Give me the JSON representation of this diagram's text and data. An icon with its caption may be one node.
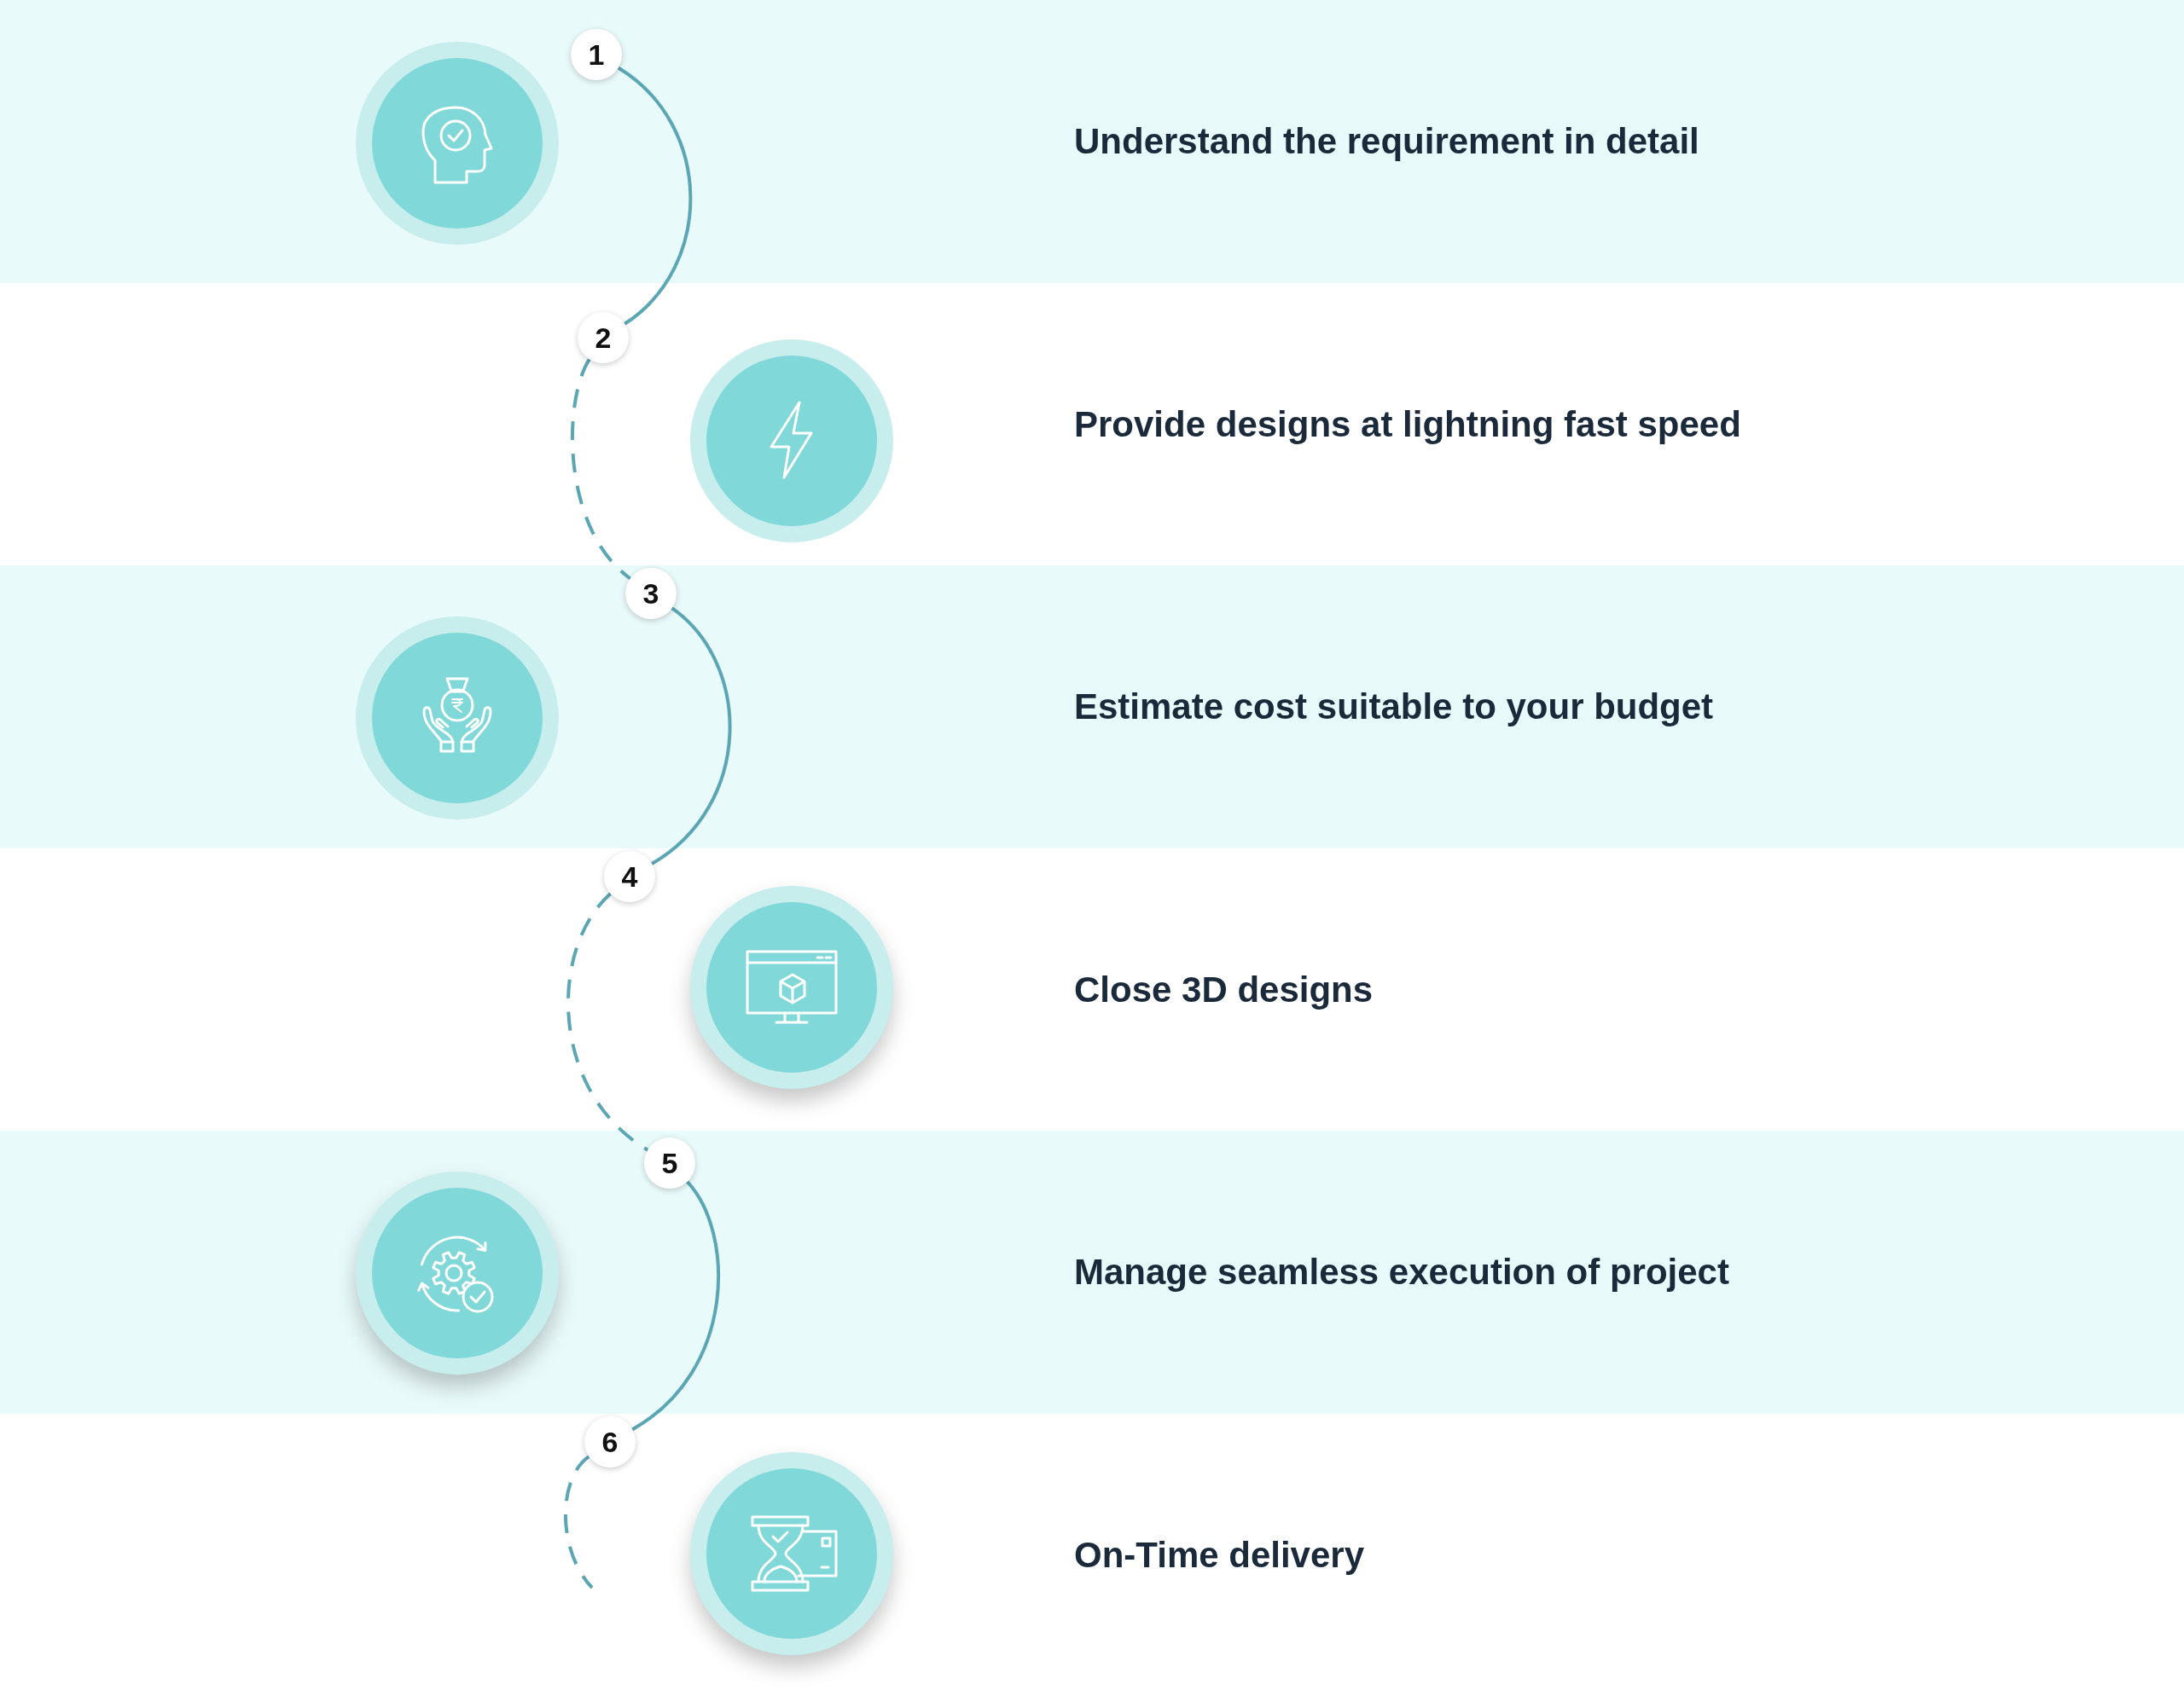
{
  "diagram": {
    "nodes": [
      {
        "text": [
          "Understand the requirement in detail"
        ]
      },
      {
        "text": [
          "1"
        ],
        "in": 0
      },
      {
        "text": [
          "Provide designs at lightning fast speed"
        ]
      },
      {
        "text": [
          "2"
        ],
        "in": 2
      },
      {
        "text": [
          "Estimate cost suitable to your budget"
        ]
      },
      {
        "text": [
          "3"
        ],
        "in": 4
      },
      {
        "text": [
          "Close 3D designs"
        ]
      },
      {
        "text": [
          "4"
        ],
        "in": 6
      },
      {
        "text": [
          "Manage seamless execution of project"
        ]
      },
      {
        "text": [
          "5"
        ],
        "in": 8
      },
      {
        "text": [
          "On-Time delivery"
        ]
      },
      {
        "text": [
          "6"
        ],
        "in": 10
      }
    ],
    "edges": [
      {
        "from": 1,
        "to": 3,
        "arrow": "none"
      },
      {
        "from": 3,
        "to": 5,
        "arrow": "none",
        "style": "dashed"
      },
      {
        "from": 5,
        "to": 7,
        "arrow": "none"
      },
      {
        "from": 7,
        "to": 9,
        "arrow": "none",
        "style": "dashed"
      },
      {
        "from": 9,
        "to": 11,
        "arrow": "none"
      },
      {
        "from": 11,
        "to": null,
        "arrow": "none",
        "style": "dashed"
      }
    ]
  }
}
